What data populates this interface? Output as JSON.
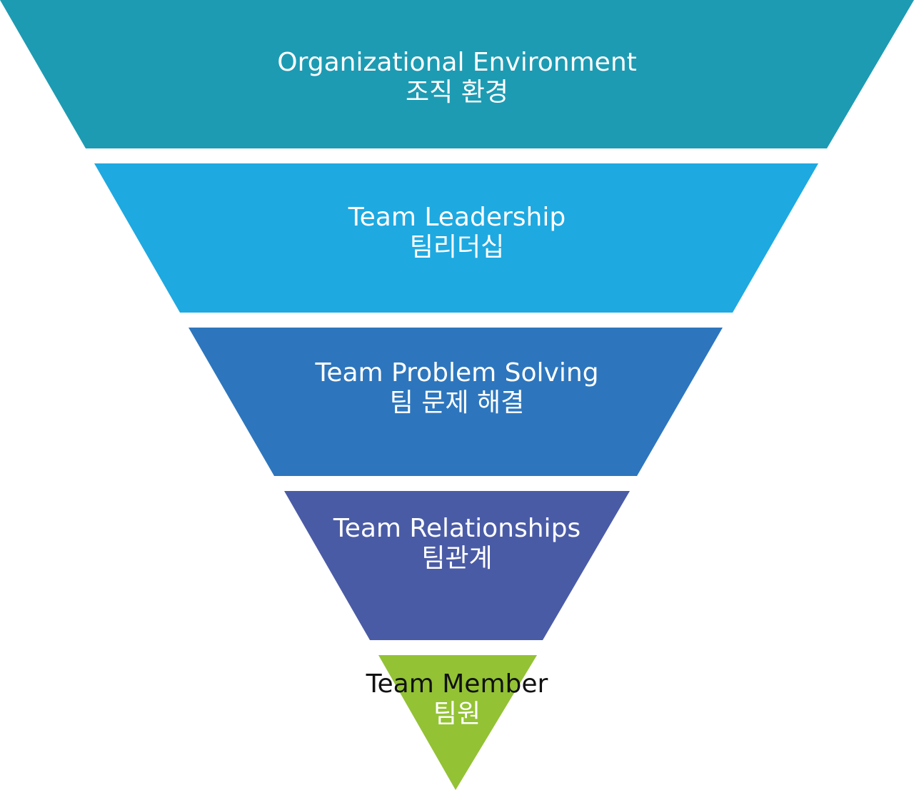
{
  "diagram": {
    "layers": [
      {
        "title_en": "Organizational Environment",
        "title_ko": "조직 환경",
        "color": "#1d9bb3"
      },
      {
        "title_en": "Team Leadership",
        "title_ko": "팀리더십",
        "color": "#1ea9e1"
      },
      {
        "title_en": "Team Problem Solving",
        "title_ko": "팀 문제 해결",
        "color": "#2d76bd"
      },
      {
        "title_en": "Team Relationships",
        "title_ko": "팀관계",
        "color": "#4a5ba6"
      },
      {
        "title_en": "Team Member",
        "title_ko": "팀원",
        "color": "#93c235"
      }
    ]
  }
}
